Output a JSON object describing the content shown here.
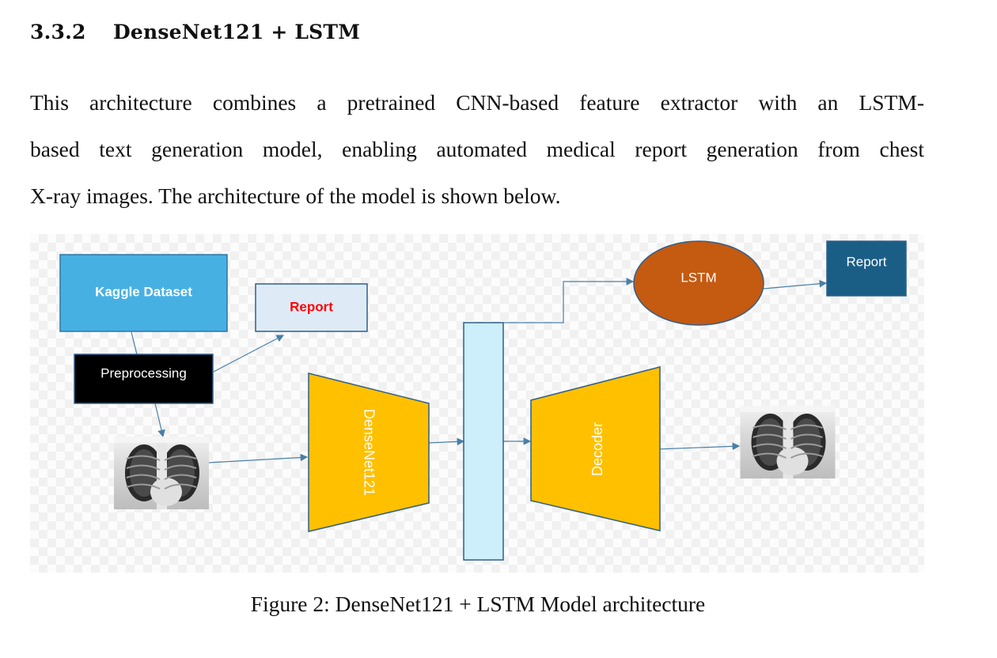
{
  "section": {
    "number": "3.3.2",
    "title": "DenseNet121 + LSTM"
  },
  "paragraph": {
    "lines": [
      "This architecture combines a pretrained CNN-based feature extractor with an LSTM-",
      "based text generation model, enabling automated medical report generation from chest",
      "X-ray images. The architecture of the model is shown below."
    ]
  },
  "figure": {
    "nodes": {
      "kaggle": "Kaggle Dataset",
      "preprocessing": "Preprocessing",
      "report_left": "Report",
      "densenet": "DenseNet121",
      "decoder": "Decoder",
      "lstm": "LSTM",
      "report_right": "Report"
    },
    "colors": {
      "kaggle": "#47b0e3",
      "report_left_fill": "#deebf7",
      "report_left_text": "#ff0000",
      "preprocessing": "#000000",
      "trapezoid": "#ffc000",
      "feature_bar": "#cdeefb",
      "lstm": "#c55a11",
      "report_right": "#1b5e85",
      "arrow": "#4a7fa7"
    }
  },
  "caption": "Figure 2: DenseNet121 + LSTM Model architecture"
}
